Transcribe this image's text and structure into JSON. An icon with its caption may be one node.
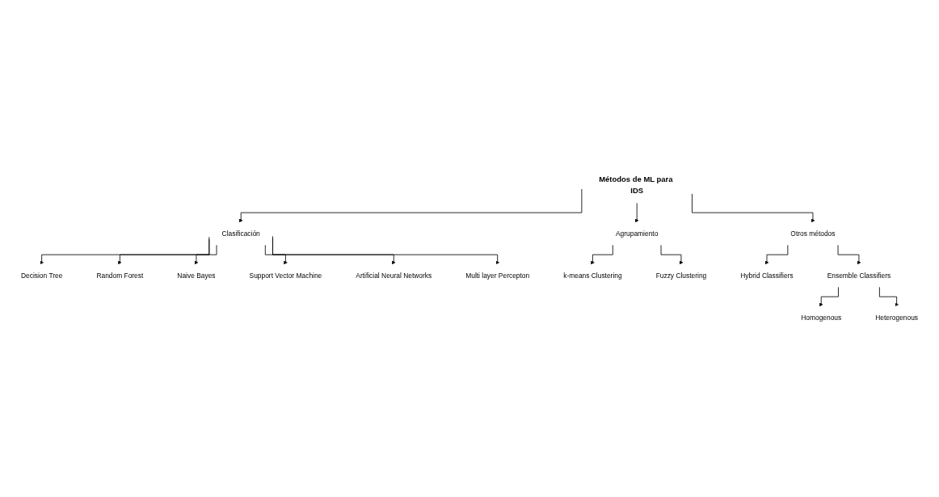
{
  "diagram": {
    "nodes": [
      {
        "text": [
          "Métodos de ML para IDS"
        ]
      },
      {
        "text": [
          "Clasificación"
        ]
      },
      {
        "text": [
          "Agrupamiento"
        ]
      },
      {
        "text": [
          "Otros métodos"
        ]
      },
      {
        "text": [
          "Decision Tree"
        ]
      },
      {
        "text": [
          "Random Forest"
        ]
      },
      {
        "text": [
          "Naive Bayes"
        ]
      },
      {
        "text": [
          "Support Vector Machine"
        ]
      },
      {
        "text": [
          "Artificial Neural Networks"
        ]
      },
      {
        "text": [
          "Multi layer Percepton"
        ]
      },
      {
        "text": [
          "k-means Clustering"
        ]
      },
      {
        "text": [
          "Fuzzy Clustering"
        ]
      },
      {
        "text": [
          "Hybrid Classifiers"
        ]
      },
      {
        "text": [
          "Ensemble Classifiers"
        ]
      },
      {
        "text": [
          "Homogenous"
        ]
      },
      {
        "text": [
          "Heterogenous"
        ]
      }
    ],
    "edges": [
      {
        "from": 0,
        "to": 1,
        "arrow": "to"
      },
      {
        "from": 0,
        "to": 2,
        "arrow": "to"
      },
      {
        "from": 0,
        "to": 3,
        "arrow": "to"
      },
      {
        "from": 1,
        "to": 4,
        "arrow": "to"
      },
      {
        "from": 1,
        "to": 5,
        "arrow": "to"
      },
      {
        "from": 1,
        "to": 6,
        "arrow": "to"
      },
      {
        "from": 1,
        "to": 7,
        "arrow": "to"
      },
      {
        "from": 1,
        "to": 8,
        "arrow": "to"
      },
      {
        "from": 1,
        "to": 9,
        "arrow": "to"
      },
      {
        "from": 2,
        "to": 10,
        "arrow": "to"
      },
      {
        "from": 2,
        "to": 11,
        "arrow": "to"
      },
      {
        "from": 3,
        "to": 12,
        "arrow": "to"
      },
      {
        "from": 3,
        "to": 13,
        "arrow": "to"
      },
      {
        "from": 13,
        "to": 14,
        "arrow": "to"
      },
      {
        "from": 13,
        "to": 15,
        "arrow": "to"
      }
    ]
  }
}
